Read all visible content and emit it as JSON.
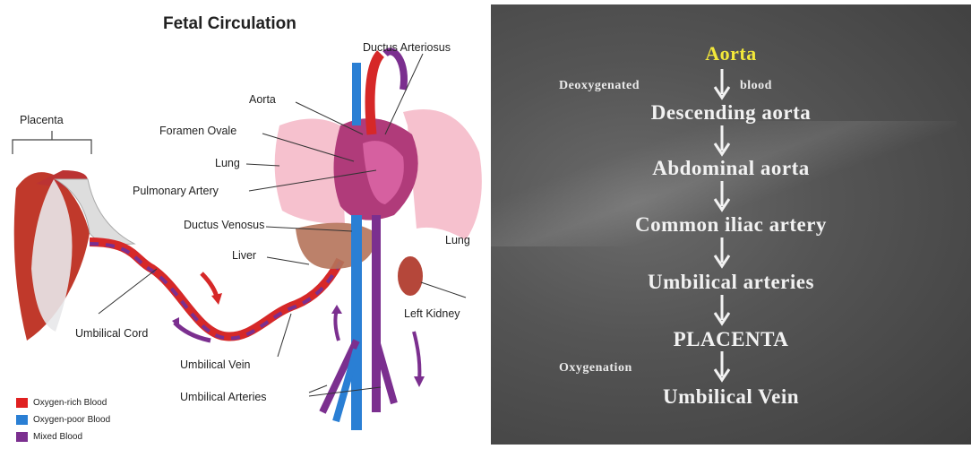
{
  "left": {
    "title": "Fetal Circulation",
    "labels": {
      "placenta": "Placenta",
      "ductus_arteriosus": "Ductus Arteriosus",
      "aorta": "Aorta",
      "foramen_ovale": "Foramen Ovale",
      "lung_left": "Lung",
      "pulmonary_artery": "Pulmonary Artery",
      "ductus_venosus": "Ductus Venosus",
      "liver": "Liver",
      "lung_right": "Lung",
      "left_kidney": "Left Kidney",
      "umbilical_cord": "Umbilical Cord",
      "umbilical_vein": "Umbilical Vein",
      "umbilical_arteries": "Umbilical Arteries"
    },
    "legend": [
      {
        "label": "Oxygen-rich Blood",
        "color": "#e02020"
      },
      {
        "label": "Oxygen-poor Blood",
        "color": "#2a7fd4"
      },
      {
        "label": "Mixed Blood",
        "color": "#7b2f8f"
      }
    ]
  },
  "right": {
    "steps": {
      "aorta": "Aorta",
      "descending_aorta": "Descending aorta",
      "abdominal_aorta": "Abdominal aorta",
      "common_iliac": "Common iliac artery",
      "umbilical_arteries": "Umbilical arteries",
      "placenta": "PLACENTA",
      "umbilical_vein": "Umbilical Vein"
    },
    "notes": {
      "deoxygenated": "Deoxygenated",
      "blood": "blood",
      "oxygenation": "Oxygenation"
    }
  }
}
